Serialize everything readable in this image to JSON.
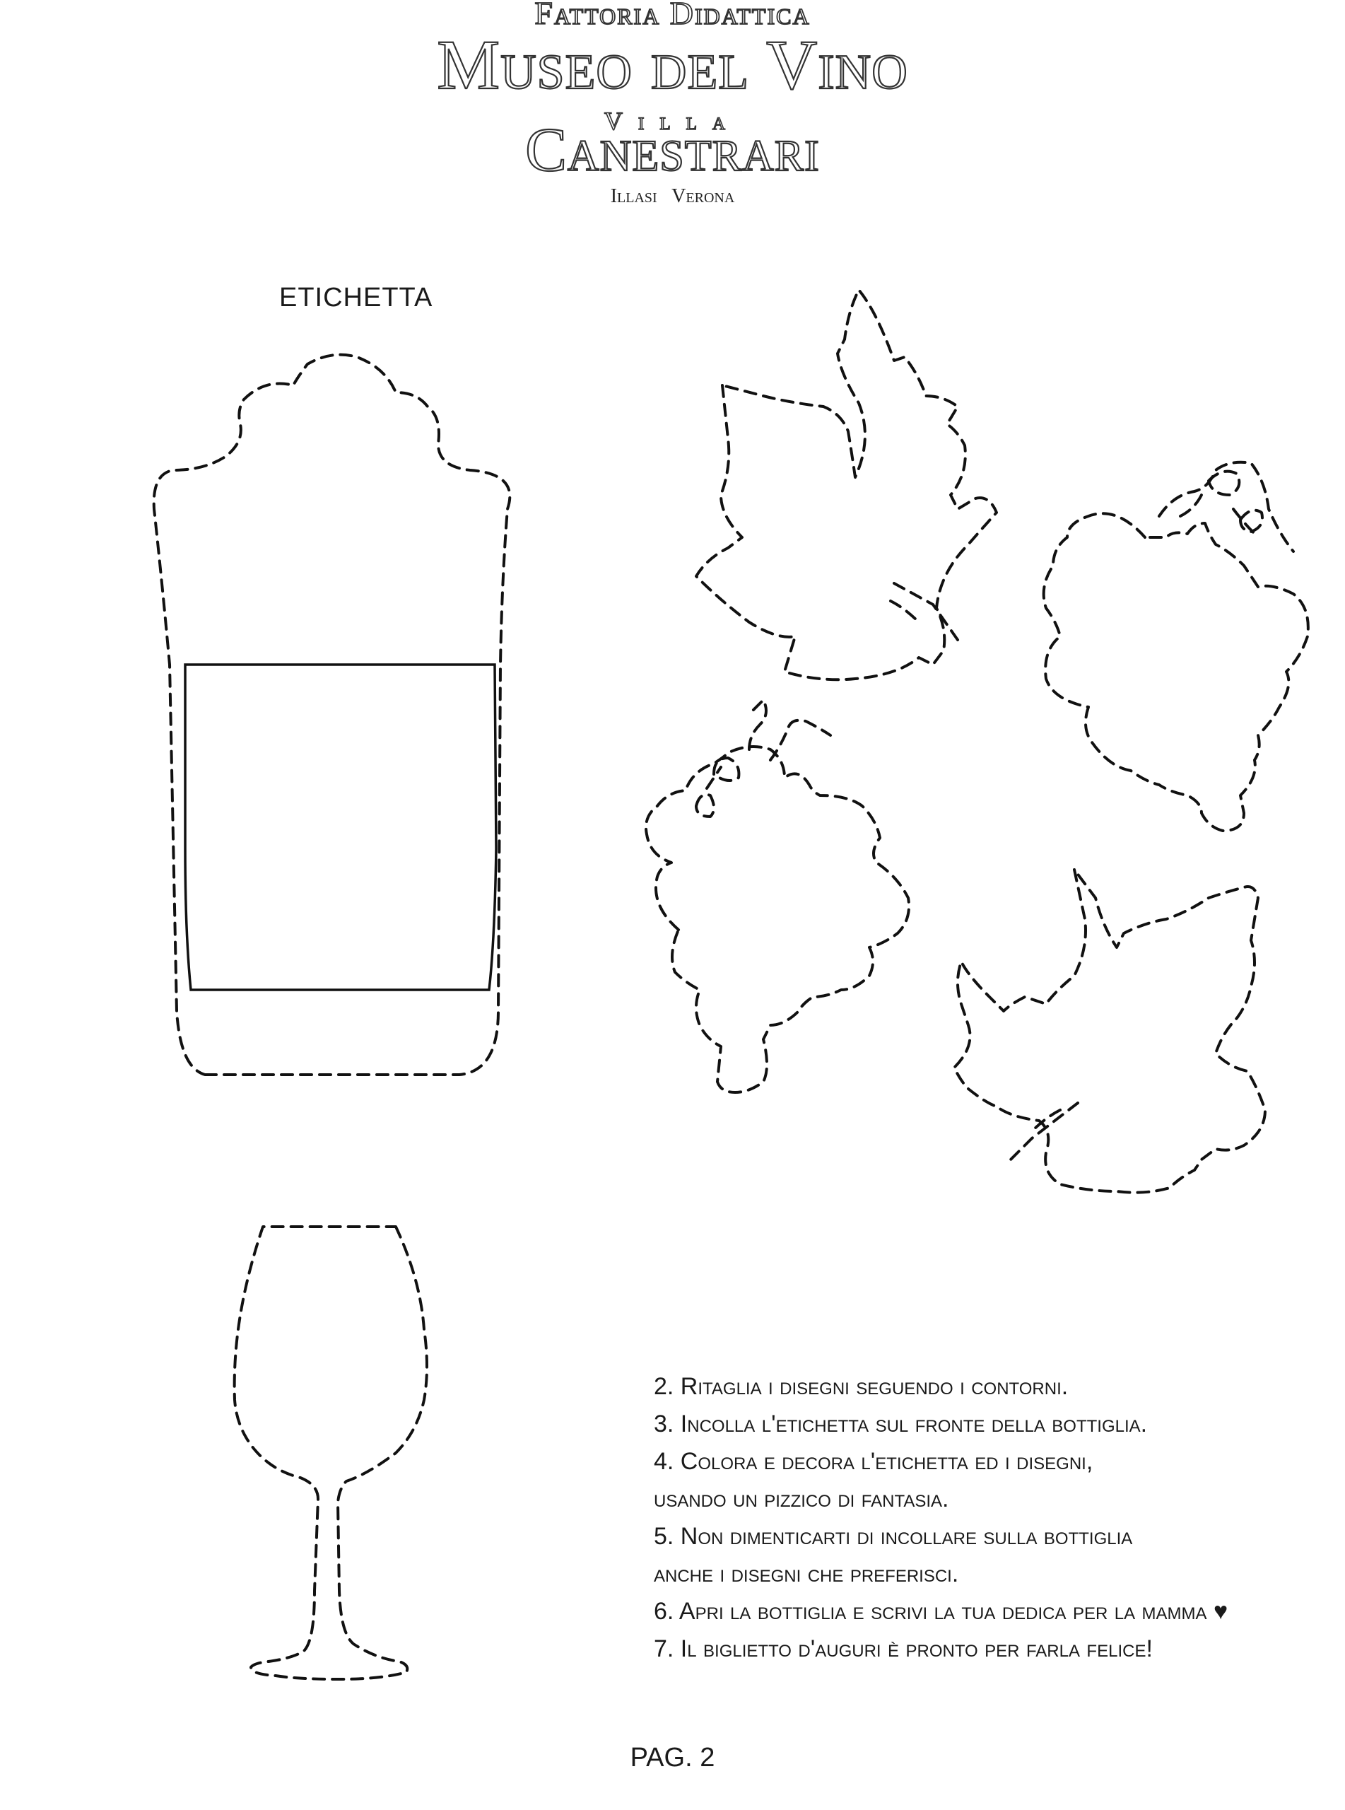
{
  "header": {
    "line1": "Fattoria Didattica",
    "line2": "Museo del Vino",
    "line3": "Villa",
    "line4": "Canestrari",
    "line5": "Illasi Verona"
  },
  "label_title": "ETICHETTA",
  "instructions": [
    "2. Ritaglia i disegni seguendo i contorni.",
    "3. Incolla l'etichetta sul fronte della bottiglia.",
    "4. Colora e decora l'etichetta ed i disegni,",
    "usando un pizzico di fantasia.",
    "5. Non dimenticarti di incollare sulla bottiglia",
    "anche i disegni che preferisci.",
    "6. Apri la bottiglia e scrivi la tua dedica per la mamma ♥",
    "7. Il biglietto d'auguri è pronto per farla felice!"
  ],
  "page_number": "PAG. 2"
}
